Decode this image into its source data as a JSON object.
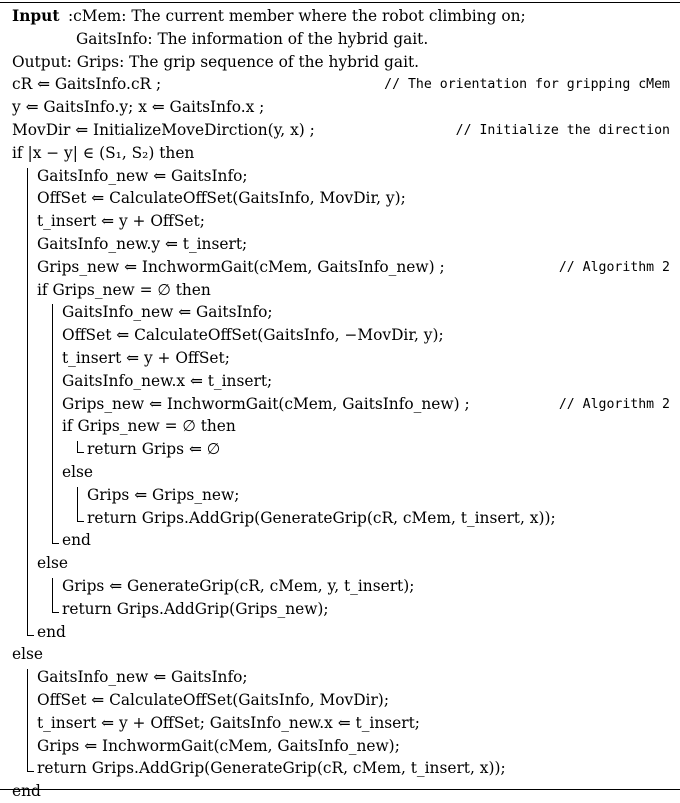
{
  "lines": [
    {
      "i": 0,
      "k": true,
      "t": "Input"
    },
    {
      "i": 0,
      "t": "Output: Grips: The grip sequence of the hybrid gait."
    },
    {
      "i": 0,
      "t": "cR ⇐ GaitsInfo.cR ;",
      "c": "// The orientation for gripping cMem"
    },
    {
      "i": 0,
      "t": "y ⇐ GaitsInfo.y;  x ⇐ GaitsInfo.x ;"
    },
    {
      "i": 0,
      "t": "MovDir ⇐ InitializeMoveDirction(y, x) ;",
      "c": "// Initialize the direction"
    },
    {
      "i": 0,
      "t": "if |x − y| ∈ (S₁, S₂) then"
    },
    {
      "i": 1,
      "t": "GaitsInfo_new ⇐ GaitsInfo;"
    },
    {
      "i": 1,
      "t": "OffSet ⇐ CalculateOffSet(GaitsInfo, MovDir, y);"
    },
    {
      "i": 1,
      "t": "t_insert ⇐ y + OffSet;"
    },
    {
      "i": 1,
      "t": "GaitsInfo_new.y ⇐ t_insert;"
    },
    {
      "i": 1,
      "t": "Grips_new ⇐ InchwormGait(cMem, GaitsInfo_new) ;",
      "c": "// Algorithm 2"
    },
    {
      "i": 1,
      "t": "if Grips_new = ∅ then"
    },
    {
      "i": 2,
      "t": "GaitsInfo_new ⇐ GaitsInfo;"
    },
    {
      "i": 2,
      "t": "OffSet ⇐ CalculateOffSet(GaitsInfo, −MovDir, y);"
    },
    {
      "i": 2,
      "t": "t_insert ⇐ y + OffSet;"
    },
    {
      "i": 2,
      "t": "GaitsInfo_new.x ⇐ t_insert;"
    },
    {
      "i": 2,
      "t": "Grips_new ⇐ InchwormGait(cMem, GaitsInfo_new) ;",
      "c": "// Algorithm 2"
    },
    {
      "i": 2,
      "t": "if Grips_new = ∅ then"
    },
    {
      "i": 3,
      "t": "return Grips ⇐ ∅"
    },
    {
      "i": 2,
      "t": "else"
    },
    {
      "i": 3,
      "t": "Grips ⇐ Grips_new;"
    },
    {
      "i": 3,
      "t": "return Grips.AddGrip(GenerateGrip(cR, cMem, t_insert, x));"
    },
    {
      "i": 2,
      "t": "end"
    },
    {
      "i": 1,
      "t": "else"
    },
    {
      "i": 2,
      "t": "Grips ⇐ GenerateGrip(cR, cMem, y, t_insert);"
    },
    {
      "i": 2,
      "t": "return Grips.AddGrip(Grips_new);"
    },
    {
      "i": 1,
      "t": "end"
    },
    {
      "i": 0,
      "t": "else"
    },
    {
      "i": 1,
      "t": "GaitsInfo_new ⇐ GaitsInfo;"
    },
    {
      "i": 1,
      "t": "OffSet ⇐ CalculateOffSet(GaitsInfo, MovDir);"
    },
    {
      "i": 1,
      "t": "t_insert ⇐ y + OffSet;  GaitsInfo_new.x ⇐ t_insert;"
    },
    {
      "i": 1,
      "t": "Grips ⇐ InchwormGait(cMem, GaitsInfo_new);"
    },
    {
      "i": 1,
      "t": "return Grips.AddGrip(GenerateGrip(cR, cMem, t_insert, x));"
    },
    {
      "i": 0,
      "t": "end"
    }
  ],
  "input_block": {
    "label": "Input",
    "line1": ":cMem: The current member where the robot climbing on;",
    "line2": "GaitsInfo: The information of the hybrid gait."
  }
}
